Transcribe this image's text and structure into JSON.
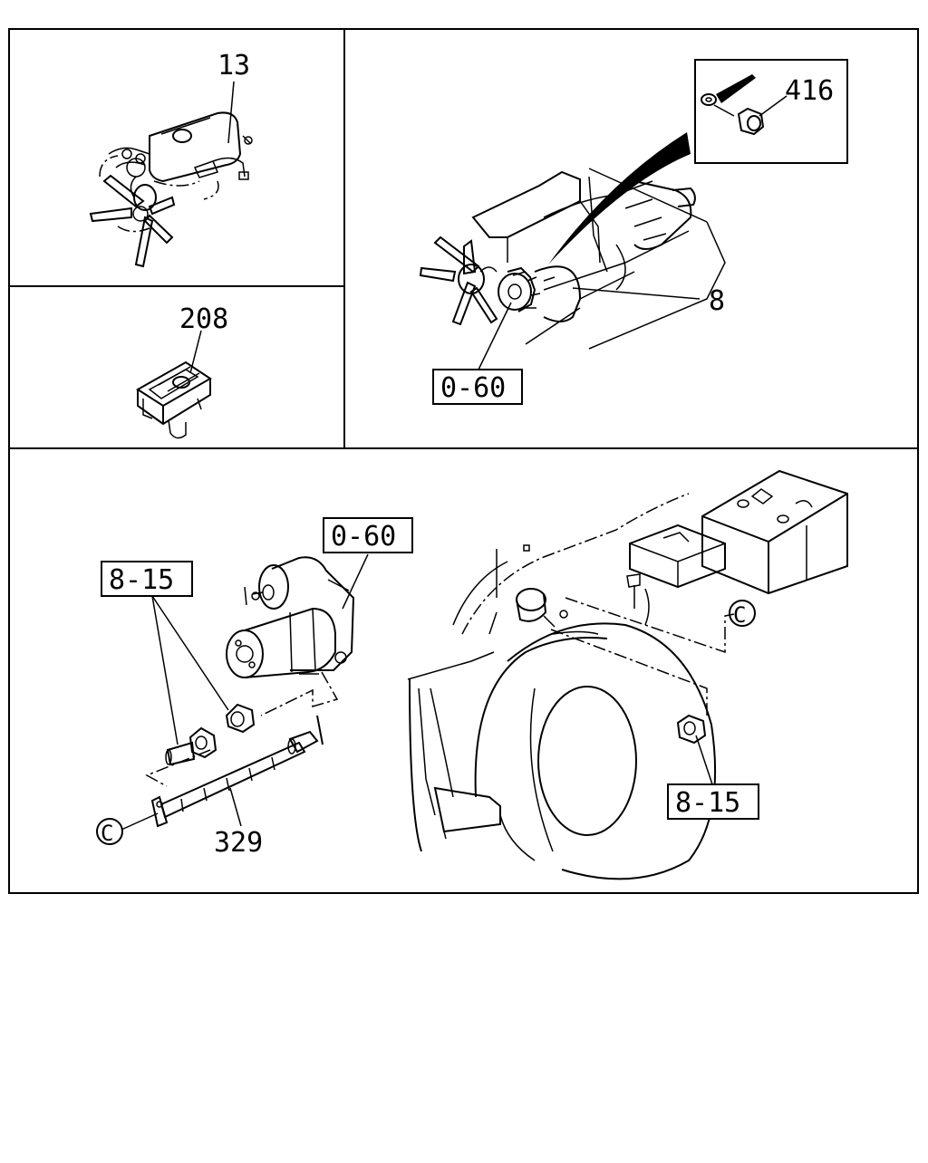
{
  "panels": {
    "top_left": {
      "callouts": [
        "13"
      ]
    },
    "mid_left": {
      "callouts": [
        "208"
      ]
    },
    "top_right": {
      "callouts": [
        "416",
        "8"
      ],
      "ref_box": "0-60"
    },
    "bottom": {
      "callouts": [
        "329"
      ],
      "ref_boxes": [
        "0-60",
        "8-15",
        "8-15"
      ],
      "connectors": [
        "C",
        "C"
      ]
    }
  }
}
